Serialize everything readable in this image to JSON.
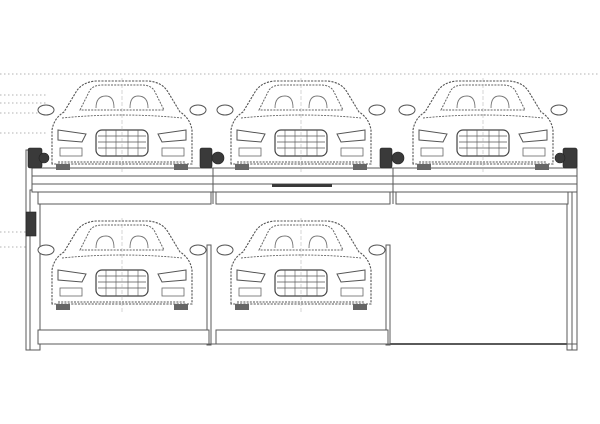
{
  "diagram": {
    "kind": "two-level lift-and-slide parking system, front elevation",
    "upper_level": {
      "bays": 3,
      "cars": 3
    },
    "lower_level": {
      "bays": 3,
      "cars": 2,
      "empty_bays": 1
    },
    "beam_label": "",
    "colors": {
      "stroke": "#6f6f6f",
      "dark": "#3a3a3a",
      "fill": "#ffffff",
      "dim_line": "#9a9a9a"
    }
  }
}
